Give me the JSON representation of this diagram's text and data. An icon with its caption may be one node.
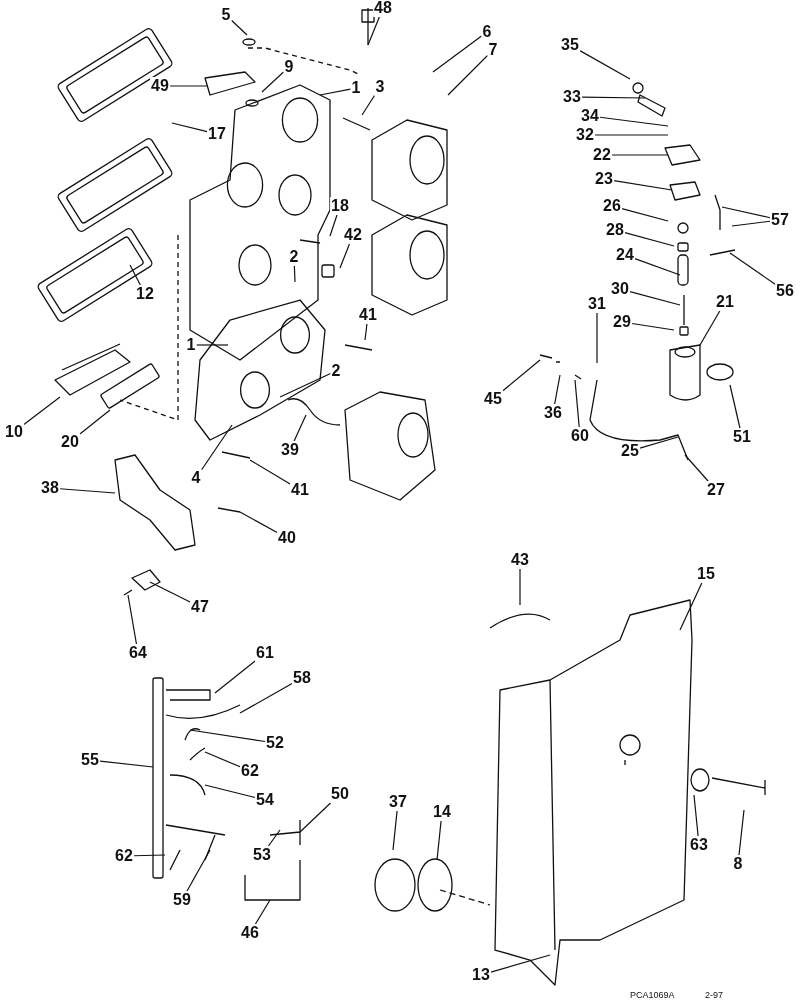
{
  "diagram": {
    "nodes": [
      {
        "text": [
          "5"
        ]
      },
      {
        "text": [
          "48"
        ]
      },
      {
        "text": [
          "6"
        ]
      },
      {
        "text": [
          "7"
        ]
      },
      {
        "text": [
          "35"
        ]
      },
      {
        "text": [
          "49"
        ]
      },
      {
        "text": [
          "9"
        ]
      },
      {
        "text": [
          "1"
        ]
      },
      {
        "text": [
          "3"
        ]
      },
      {
        "text": [
          "33"
        ]
      },
      {
        "text": [
          "34"
        ]
      },
      {
        "text": [
          "32"
        ]
      },
      {
        "text": [
          "22"
        ]
      },
      {
        "text": [
          "17"
        ]
      },
      {
        "text": [
          "23"
        ]
      },
      {
        "text": [
          "26"
        ]
      },
      {
        "text": [
          "57"
        ]
      },
      {
        "text": [
          "28"
        ]
      },
      {
        "text": [
          "18"
        ]
      },
      {
        "text": [
          "42"
        ]
      },
      {
        "text": [
          "2"
        ]
      },
      {
        "text": [
          "24"
        ]
      },
      {
        "text": [
          "56"
        ]
      },
      {
        "text": [
          "12"
        ]
      },
      {
        "text": [
          "30"
        ]
      },
      {
        "text": [
          "31"
        ]
      },
      {
        "text": [
          "29"
        ]
      },
      {
        "text": [
          "21"
        ]
      },
      {
        "text": [
          "41"
        ]
      },
      {
        "text": [
          "1"
        ]
      },
      {
        "text": [
          "2"
        ]
      },
      {
        "text": [
          "45"
        ]
      },
      {
        "text": [
          "36"
        ]
      },
      {
        "text": [
          "60"
        ]
      },
      {
        "text": [
          "51"
        ]
      },
      {
        "text": [
          "10"
        ]
      },
      {
        "text": [
          "20"
        ]
      },
      {
        "text": [
          "39"
        ]
      },
      {
        "text": [
          "4"
        ]
      },
      {
        "text": [
          "41"
        ]
      },
      {
        "text": [
          "25"
        ]
      },
      {
        "text": [
          "27"
        ]
      },
      {
        "text": [
          "38"
        ]
      },
      {
        "text": [
          "40"
        ]
      },
      {
        "text": [
          "43"
        ]
      },
      {
        "text": [
          "15"
        ]
      },
      {
        "text": [
          "47"
        ]
      },
      {
        "text": [
          "64"
        ]
      },
      {
        "text": [
          "61"
        ]
      },
      {
        "text": [
          "58"
        ]
      },
      {
        "text": [
          "52"
        ]
      },
      {
        "text": [
          "62"
        ]
      },
      {
        "text": [
          "55"
        ]
      },
      {
        "text": [
          "54"
        ]
      },
      {
        "text": [
          "50"
        ]
      },
      {
        "text": [
          "37"
        ]
      },
      {
        "text": [
          "14"
        ]
      },
      {
        "text": [
          "63"
        ]
      },
      {
        "text": [
          "8"
        ]
      },
      {
        "text": [
          "53"
        ]
      },
      {
        "text": [
          "62"
        ]
      },
      {
        "text": [
          "59"
        ]
      },
      {
        "text": [
          "46"
        ]
      },
      {
        "text": [
          "13"
        ]
      }
    ],
    "edges": [
      {
        "from": 0,
        "to": null,
        "arrow": "none"
      },
      {
        "from": 1,
        "to": null,
        "arrow": "none"
      },
      {
        "from": 2,
        "to": null,
        "arrow": "none"
      },
      {
        "from": 3,
        "to": null,
        "arrow": "none"
      },
      {
        "from": 4,
        "to": null,
        "arrow": "none"
      },
      {
        "from": 5,
        "to": null,
        "arrow": "none"
      },
      {
        "from": 6,
        "to": null,
        "arrow": "none"
      },
      {
        "from": 7,
        "to": null,
        "arrow": "none"
      },
      {
        "from": 8,
        "to": null,
        "arrow": "none"
      },
      {
        "from": 9,
        "to": null,
        "arrow": "none"
      },
      {
        "from": 10,
        "to": null,
        "arrow": "none"
      },
      {
        "from": 11,
        "to": null,
        "arrow": "none"
      },
      {
        "from": 12,
        "to": null,
        "arrow": "none"
      },
      {
        "from": 13,
        "to": null,
        "arrow": "none"
      },
      {
        "from": 14,
        "to": null,
        "arrow": "none"
      },
      {
        "from": 15,
        "to": null,
        "arrow": "none"
      },
      {
        "from": 16,
        "to": null,
        "arrow": "none"
      },
      {
        "from": 16,
        "to": null,
        "arrow": "none"
      },
      {
        "from": 17,
        "to": null,
        "arrow": "none"
      },
      {
        "from": 18,
        "to": null,
        "arrow": "none"
      },
      {
        "from": 19,
        "to": null,
        "arrow": "none"
      },
      {
        "from": 20,
        "to": null,
        "arrow": "none"
      },
      {
        "from": 21,
        "to": null,
        "arrow": "none"
      },
      {
        "from": 22,
        "to": null,
        "arrow": "none"
      },
      {
        "from": 23,
        "to": null,
        "arrow": "none"
      },
      {
        "from": 24,
        "to": null,
        "arrow": "none"
      },
      {
        "from": 25,
        "to": null,
        "arrow": "none"
      },
      {
        "from": 26,
        "to": null,
        "arrow": "none"
      },
      {
        "from": 27,
        "to": null,
        "arrow": "none"
      },
      {
        "from": 28,
        "to": null,
        "arrow": "none"
      },
      {
        "from": 29,
        "to": null,
        "arrow": "none"
      },
      {
        "from": 30,
        "to": null,
        "arrow": "none"
      },
      {
        "from": 31,
        "to": null,
        "arrow": "none"
      },
      {
        "from": 32,
        "to": null,
        "arrow": "none"
      },
      {
        "from": 33,
        "to": null,
        "arrow": "none"
      },
      {
        "from": 34,
        "to": null,
        "arrow": "none"
      },
      {
        "from": 35,
        "to": null,
        "arrow": "none"
      },
      {
        "from": 36,
        "to": null,
        "arrow": "none"
      },
      {
        "from": 37,
        "to": null,
        "arrow": "none"
      },
      {
        "from": 38,
        "to": null,
        "arrow": "none"
      },
      {
        "from": 39,
        "to": null,
        "arrow": "none"
      },
      {
        "from": 40,
        "to": null,
        "arrow": "none"
      },
      {
        "from": 41,
        "to": null,
        "arrow": "none"
      },
      {
        "from": 42,
        "to": null,
        "arrow": "none"
      },
      {
        "from": 43,
        "to": null,
        "arrow": "none"
      },
      {
        "from": 44,
        "to": null,
        "arrow": "none"
      },
      {
        "from": 45,
        "to": null,
        "arrow": "none"
      },
      {
        "from": 46,
        "to": null,
        "arrow": "none"
      },
      {
        "from": 47,
        "to": null,
        "arrow": "none"
      },
      {
        "from": 48,
        "to": null,
        "arrow": "none"
      },
      {
        "from": 49,
        "to": null,
        "arrow": "none"
      },
      {
        "from": 50,
        "to": null,
        "arrow": "none"
      },
      {
        "from": 51,
        "to": null,
        "arrow": "none"
      },
      {
        "from": 52,
        "to": null,
        "arrow": "none"
      },
      {
        "from": 53,
        "to": null,
        "arrow": "none"
      },
      {
        "from": 54,
        "to": null,
        "arrow": "none"
      },
      {
        "from": 55,
        "to": null,
        "arrow": "none"
      },
      {
        "from": 56,
        "to": null,
        "arrow": "none"
      },
      {
        "from": 57,
        "to": null,
        "arrow": "none"
      },
      {
        "from": 58,
        "to": null,
        "arrow": "none"
      },
      {
        "from": 59,
        "to": null,
        "arrow": "none"
      },
      {
        "from": 60,
        "to": null,
        "arrow": "none"
      },
      {
        "from": 61,
        "to": null,
        "arrow": "none"
      },
      {
        "from": 62,
        "to": null,
        "arrow": "none"
      },
      {
        "from": 63,
        "to": null,
        "arrow": "none"
      }
    ],
    "labels": [
      "PCA1069A",
      "2-97"
    ]
  }
}
